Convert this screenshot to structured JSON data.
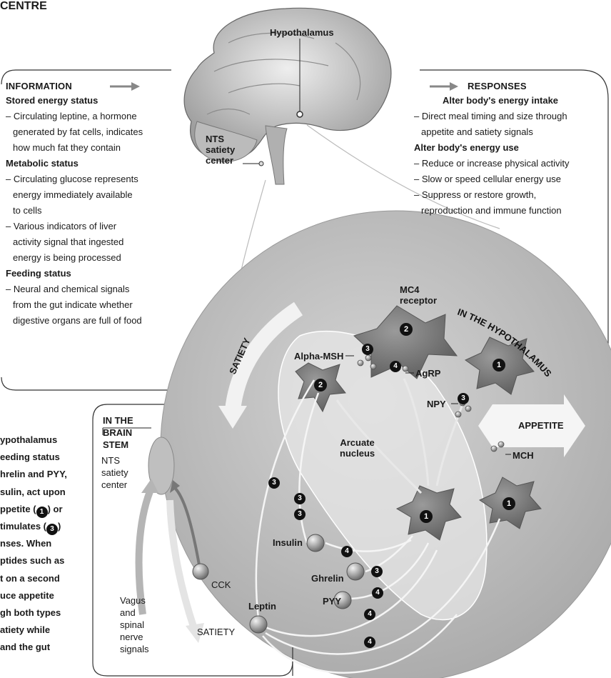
{
  "header": {
    "title_fragment": "CENTRE"
  },
  "brain": {
    "hypothalamus_label": "Hypothalamus",
    "nts_label": [
      "NTS",
      "satiety",
      "center"
    ]
  },
  "information": {
    "heading": "INFORMATION",
    "sections": [
      {
        "title": "Stored energy status",
        "items": [
          [
            "– Circulating leptine, a hormone",
            "generated by fat cells, indicates",
            "how much fat they contain"
          ]
        ]
      },
      {
        "title": "Metabolic status",
        "items": [
          [
            "– Circulating glucose represents",
            "energy immediately available",
            "to cells"
          ],
          [
            "– Various indicators of liver",
            "activity signal that ingested",
            "energy is being processed"
          ]
        ]
      },
      {
        "title": "Feeding status",
        "items": [
          [
            "– Neural and chemical signals",
            "from the gut indicate whether",
            "digestive organs are full of food"
          ]
        ]
      }
    ]
  },
  "responses": {
    "heading": "RESPONSES",
    "sections": [
      {
        "title": "Alter body's energy intake",
        "items": [
          [
            "– Direct meal timing and size through",
            "appetite and satiety signals"
          ]
        ]
      },
      {
        "title": "Alter body's energy use",
        "items": [
          [
            "– Reduce or increase physical activity"
          ],
          [
            "– Slow or speed cellular energy use"
          ],
          [
            "– Suppress or restore growth,",
            "reproduction and immune function"
          ]
        ]
      }
    ]
  },
  "left_text": {
    "lines": [
      "ypothalamus",
      "eeding status",
      "hrelin and PYY,",
      "sulin, act upon",
      "ppetite (",
      "timulates (",
      "nses. When",
      "ptides such as",
      "t on a second",
      "uce appetite",
      "gh both types",
      "atiety while",
      "and the gut"
    ],
    "badge_1": "1",
    "badge_3": "3",
    "suffix_1": ") or",
    "suffix_3": ")"
  },
  "brain_stem": {
    "title": [
      "IN THE",
      "BRAIN",
      "STEM"
    ],
    "nts": [
      "NTS",
      "satiety",
      "center"
    ],
    "cck": "CCK",
    "vagus": [
      "Vagus",
      "and",
      "spinal",
      "nerve",
      "signals"
    ],
    "satiety": "SATIETY"
  },
  "hypothalamus": {
    "title": "IN THE HYPOTHALAMUS",
    "mc4": [
      "MC4",
      "receptor"
    ],
    "alpha_msh": "Alpha-MSH",
    "agrp": "AgRP",
    "npy": "NPY",
    "mch": "MCH",
    "satiety": "SATIETY",
    "appetite": "APPETITE",
    "arcuate": [
      "Arcuate",
      "nucleus"
    ],
    "insulin": "Insulin",
    "leptin": "Leptin",
    "ghrelin": "Ghrelin",
    "pyy": "PYY",
    "badges": {
      "one": "1",
      "two": "2",
      "three": "3",
      "four": "4"
    }
  },
  "colors": {
    "accent_arrow": "#8a8a8a",
    "circle_fill": "#bdbdbd",
    "neuron_fill": "#7a7a7a",
    "badge": "#111111"
  }
}
